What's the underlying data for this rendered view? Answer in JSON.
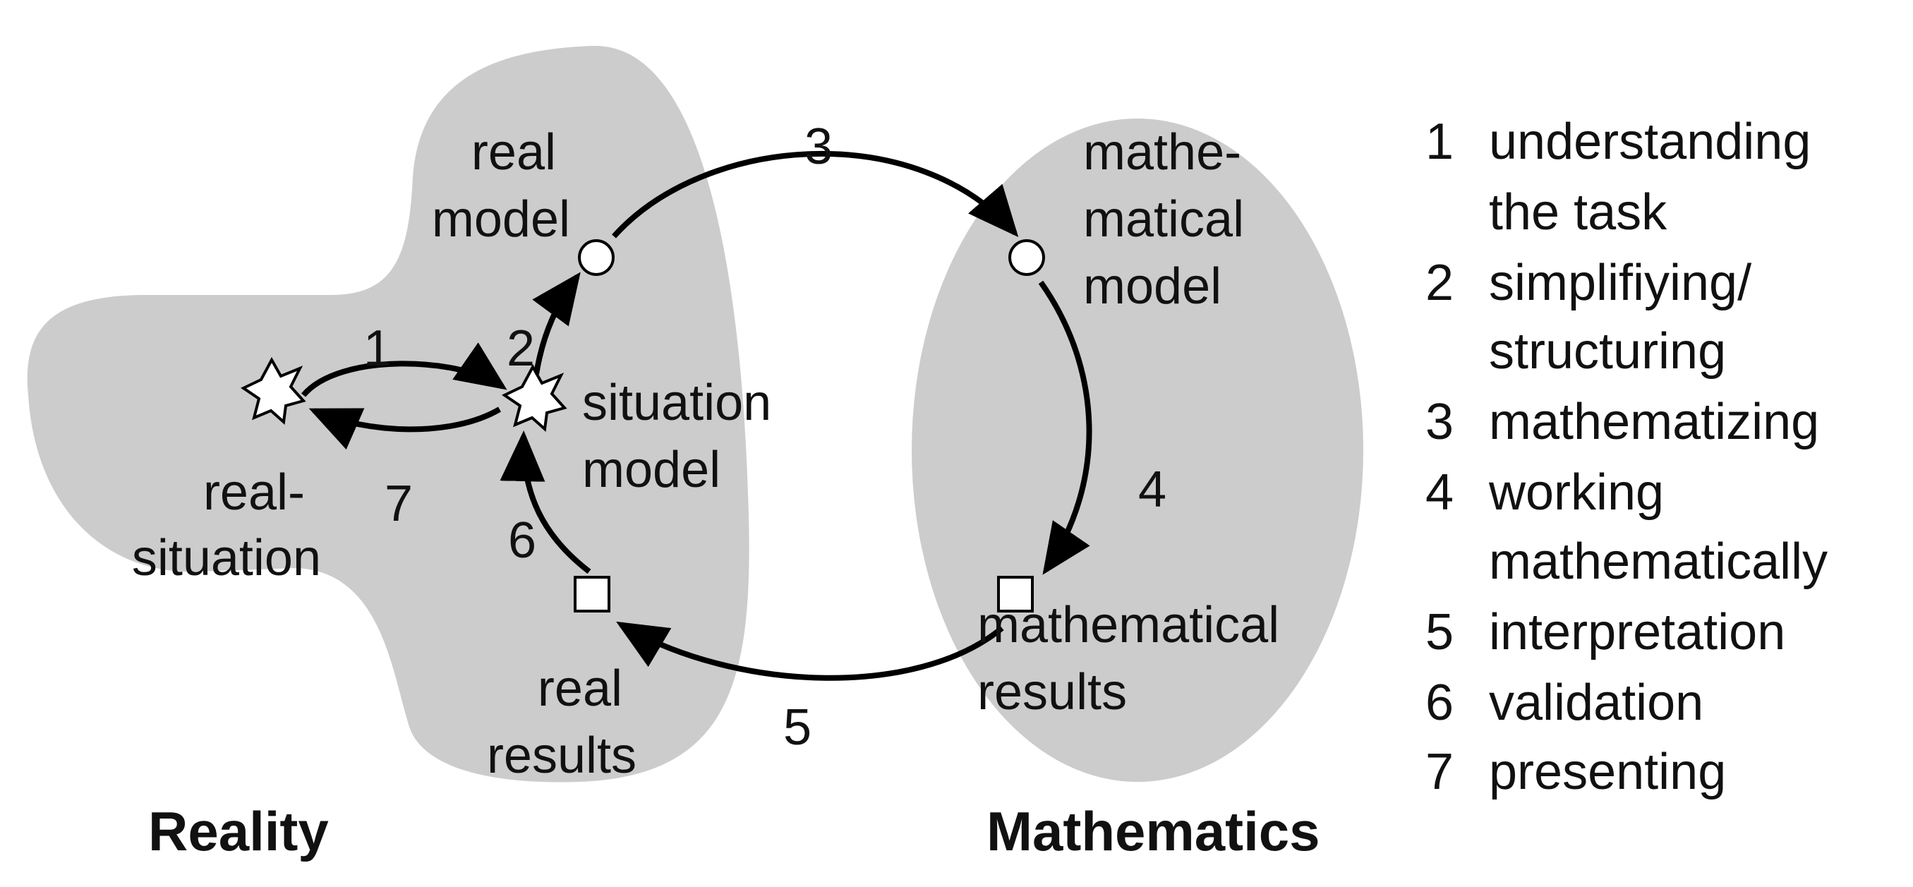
{
  "domains": {
    "reality": "Reality",
    "mathematics": "Mathematics"
  },
  "nodes": {
    "real_situation": [
      "real-",
      "situation"
    ],
    "situation_model": [
      "situation",
      "model"
    ],
    "real_model": [
      "real",
      "model"
    ],
    "mathematical_model": [
      "mathe-",
      "matical",
      "model"
    ],
    "mathematical_results": [
      "mathematical",
      "results"
    ],
    "real_results": [
      "real",
      "results"
    ]
  },
  "step_numbers": [
    "1",
    "2",
    "3",
    "4",
    "5",
    "6",
    "7"
  ],
  "legend": [
    {
      "number": "1",
      "lines": [
        "understanding",
        "the task"
      ]
    },
    {
      "number": "2",
      "lines": [
        "simplifiying/",
        "structuring"
      ]
    },
    {
      "number": "3",
      "lines": [
        "mathematizing"
      ]
    },
    {
      "number": "4",
      "lines": [
        "working",
        "mathematically"
      ]
    },
    {
      "number": "5",
      "lines": [
        "interpretation"
      ]
    },
    {
      "number": "6",
      "lines": [
        "validation"
      ]
    },
    {
      "number": "7",
      "lines": [
        "presenting"
      ]
    }
  ],
  "colors": {
    "region_fill": "#cccccc",
    "arrow": "#000000",
    "text": "#111111"
  }
}
